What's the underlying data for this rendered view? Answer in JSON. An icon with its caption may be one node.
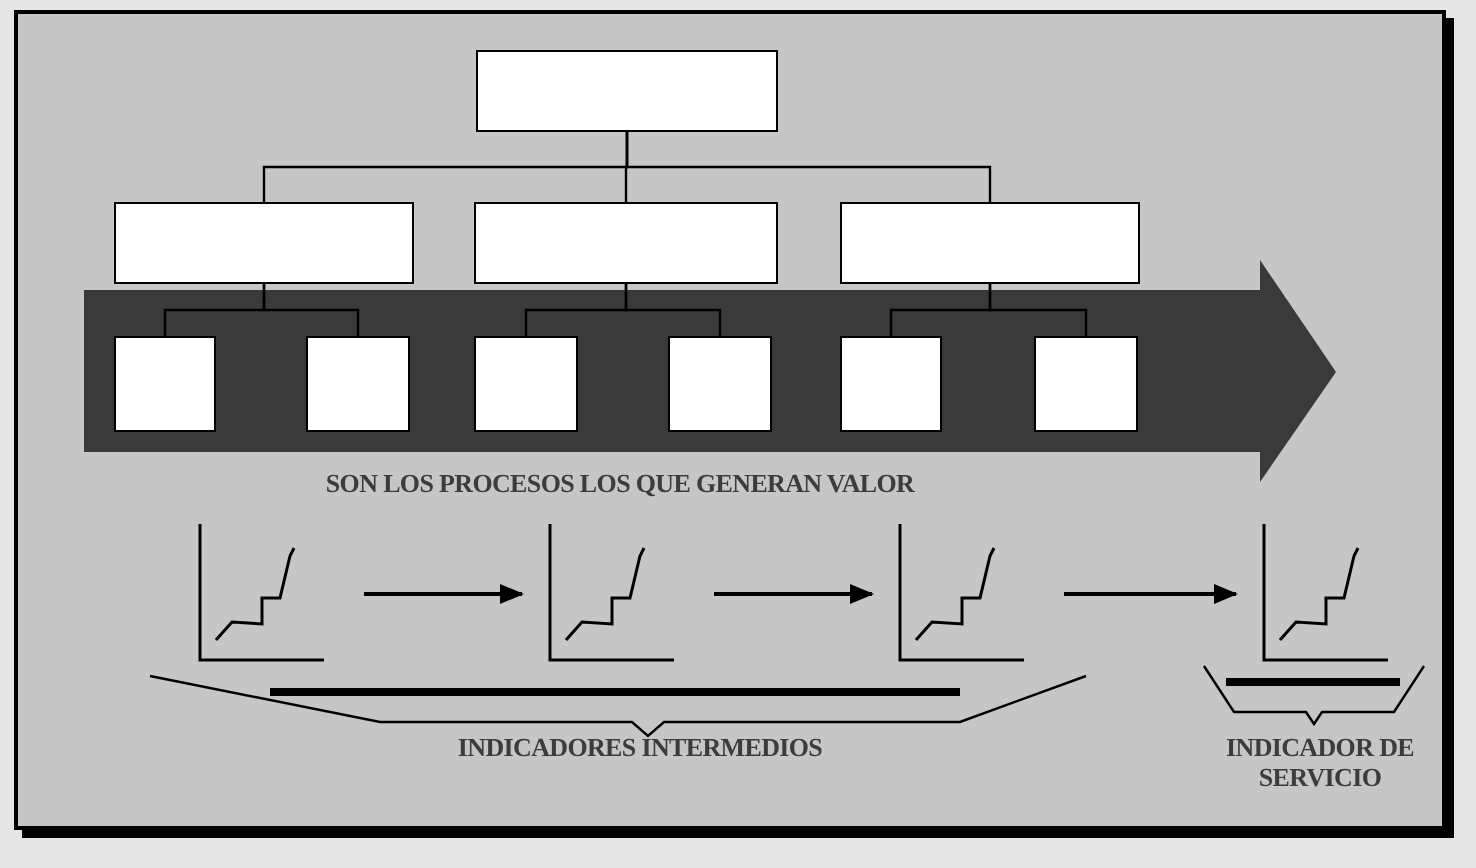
{
  "diagram": {
    "nodes": [
      {
        "text": [],
        "shape": "box"
      },
      {
        "text": [],
        "shape": "box"
      },
      {
        "text": [],
        "shape": "box"
      },
      {
        "text": [],
        "shape": "box"
      },
      {
        "text": [],
        "shape": "arrow"
      },
      {
        "text": [],
        "shape": "box",
        "in": 4
      },
      {
        "text": [],
        "shape": "box",
        "in": 4
      },
      {
        "text": [],
        "shape": "box",
        "in": 4
      },
      {
        "text": [],
        "shape": "box",
        "in": 4
      },
      {
        "text": [],
        "shape": "box",
        "in": 4
      },
      {
        "text": [],
        "shape": "box",
        "in": 4
      },
      {
        "text": [],
        "shape": "picture"
      },
      {
        "text": [],
        "shape": "picture"
      },
      {
        "text": [],
        "shape": "picture"
      },
      {
        "text": [],
        "shape": "picture"
      }
    ],
    "edges": [
      {
        "from": 0,
        "to": 1,
        "arrow": "none"
      },
      {
        "from": 0,
        "to": 2,
        "arrow": "none"
      },
      {
        "from": 0,
        "to": 3,
        "arrow": "none"
      },
      {
        "from": 1,
        "to": 5,
        "arrow": "none"
      },
      {
        "from": 1,
        "to": 6,
        "arrow": "none"
      },
      {
        "from": 2,
        "to": 7,
        "arrow": "none"
      },
      {
        "from": 2,
        "to": 8,
        "arrow": "none"
      },
      {
        "from": 3,
        "to": 9,
        "arrow": "none"
      },
      {
        "from": 3,
        "to": 10,
        "arrow": "none"
      },
      {
        "from": 11,
        "to": 12,
        "arrow": "to"
      },
      {
        "from": 12,
        "to": 13,
        "arrow": "to"
      },
      {
        "from": 13,
        "to": 14,
        "arrow": "to"
      }
    ],
    "labels": [
      "SON LOS PROCESOS LOS QUE GENERAN VALOR",
      "INDICADORES INTERMEDIOS",
      "INDICADOR DE SERVICIO"
    ]
  }
}
